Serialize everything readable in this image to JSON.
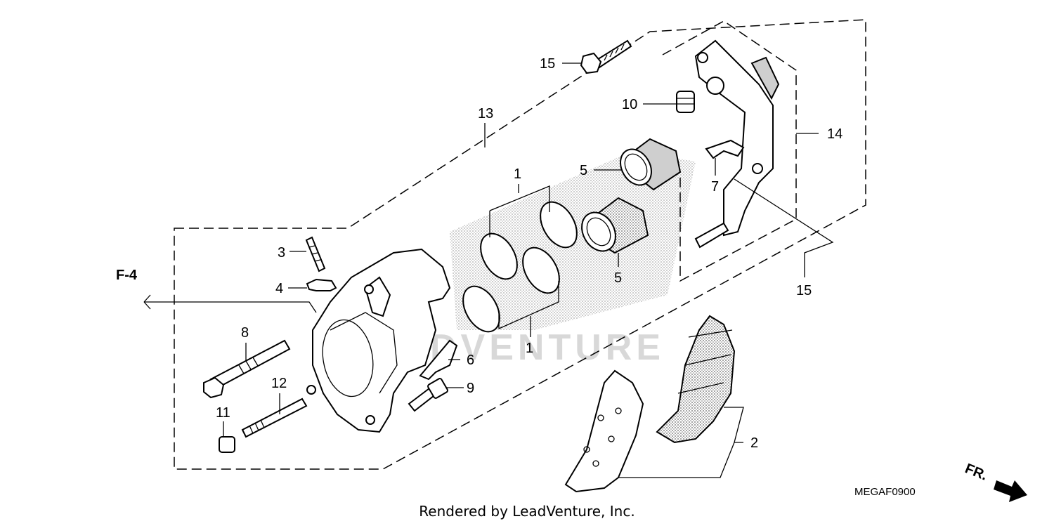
{
  "diagram": {
    "callouts": {
      "c1a": "1",
      "c1b": "1",
      "c2": "2",
      "c3": "3",
      "c4": "4",
      "c5a": "5",
      "c5b": "5",
      "c6": "6",
      "c7": "7",
      "c8": "8",
      "c9": "9",
      "c10": "10",
      "c11": "11",
      "c12": "12",
      "c13": "13",
      "c14": "14",
      "c15a": "15",
      "c15b": "15"
    },
    "ref_label": "F-4",
    "fr_label": "FR.",
    "watermark": "LEADVENTURE",
    "diagram_code": "MEGAF0900"
  },
  "footer": {
    "credit": "Rendered by LeadVenture, Inc."
  }
}
